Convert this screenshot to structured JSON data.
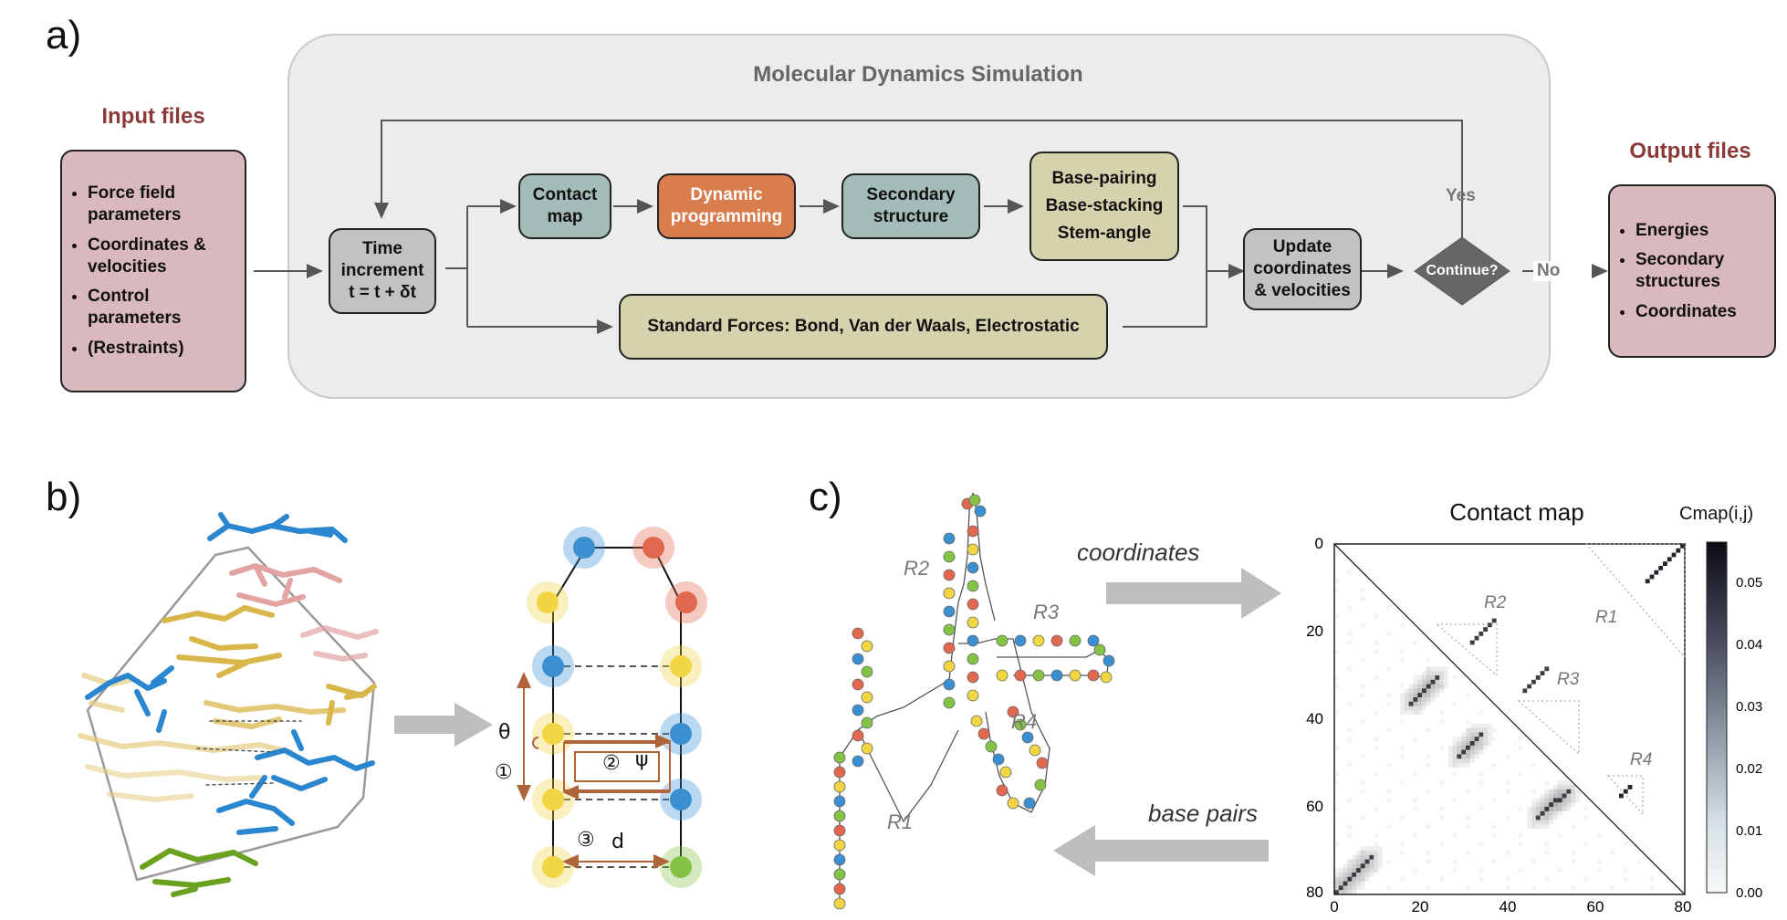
{
  "panels": {
    "a": "a)",
    "b": "b)",
    "c": "c)"
  },
  "panel_a": {
    "md_title": "Molecular Dynamics Simulation",
    "input_title": "Input files",
    "input_items": [
      "Force field parameters",
      "Coordinates & velocities",
      "Control parameters",
      "(Restraints)"
    ],
    "output_title": "Output files",
    "output_items": [
      "Energies",
      "Secondary structures",
      "Coordinates"
    ],
    "time_box": [
      "Time",
      "increment",
      "t = t + δt"
    ],
    "contact_map": [
      "Contact",
      "map"
    ],
    "dynamic_programming": [
      "Dynamic",
      "programming"
    ],
    "secondary_structure": [
      "Secondary",
      "structure"
    ],
    "base_terms": [
      "Base-pairing",
      "Base-stacking",
      "Stem-angle"
    ],
    "standard_forces": "Standard Forces: Bond, Van der Waals, Electrostatic",
    "update_box": [
      "Update",
      "coordinates",
      "& velocities"
    ],
    "continue_label": "Continue?",
    "yes_label": "Yes",
    "no_label": "No"
  },
  "panel_b": {
    "theta": "θ",
    "psi": "ψ",
    "d": "d",
    "circled": [
      "①",
      "②",
      "③"
    ]
  },
  "panel_c": {
    "arrow_top_label": "coordinates",
    "arrow_bottom_label": "base pairs",
    "regions": [
      "R1",
      "R2",
      "R3",
      "R4"
    ],
    "heatmap": {
      "title": "Contact map",
      "colorbar_label": "Cmap(i,j)",
      "x_ticks": [
        "0",
        "20",
        "40",
        "60",
        "80"
      ],
      "y_ticks": [
        "0",
        "20",
        "40",
        "60",
        "80"
      ],
      "colorbar_ticks": [
        "0.05",
        "0.04",
        "0.03",
        "0.02",
        "0.01",
        "0.00"
      ],
      "region_labels": [
        "R2",
        "R1",
        "R3",
        "R4"
      ]
    }
  },
  "colors": {
    "pink_box": "#d9b9bd",
    "gray_box": "#c2c2c2",
    "teal_box": "#a4bcb7",
    "orange_box": "#d97c4e",
    "olive_box": "#d5d3ad",
    "md_background": "#ececec",
    "title_red": "#8b3a3a",
    "blue": "#3a8fd0",
    "yellow": "#f1d542",
    "red": "#e0684e",
    "green": "#84c346",
    "arrow_brown": "#b0643a"
  }
}
